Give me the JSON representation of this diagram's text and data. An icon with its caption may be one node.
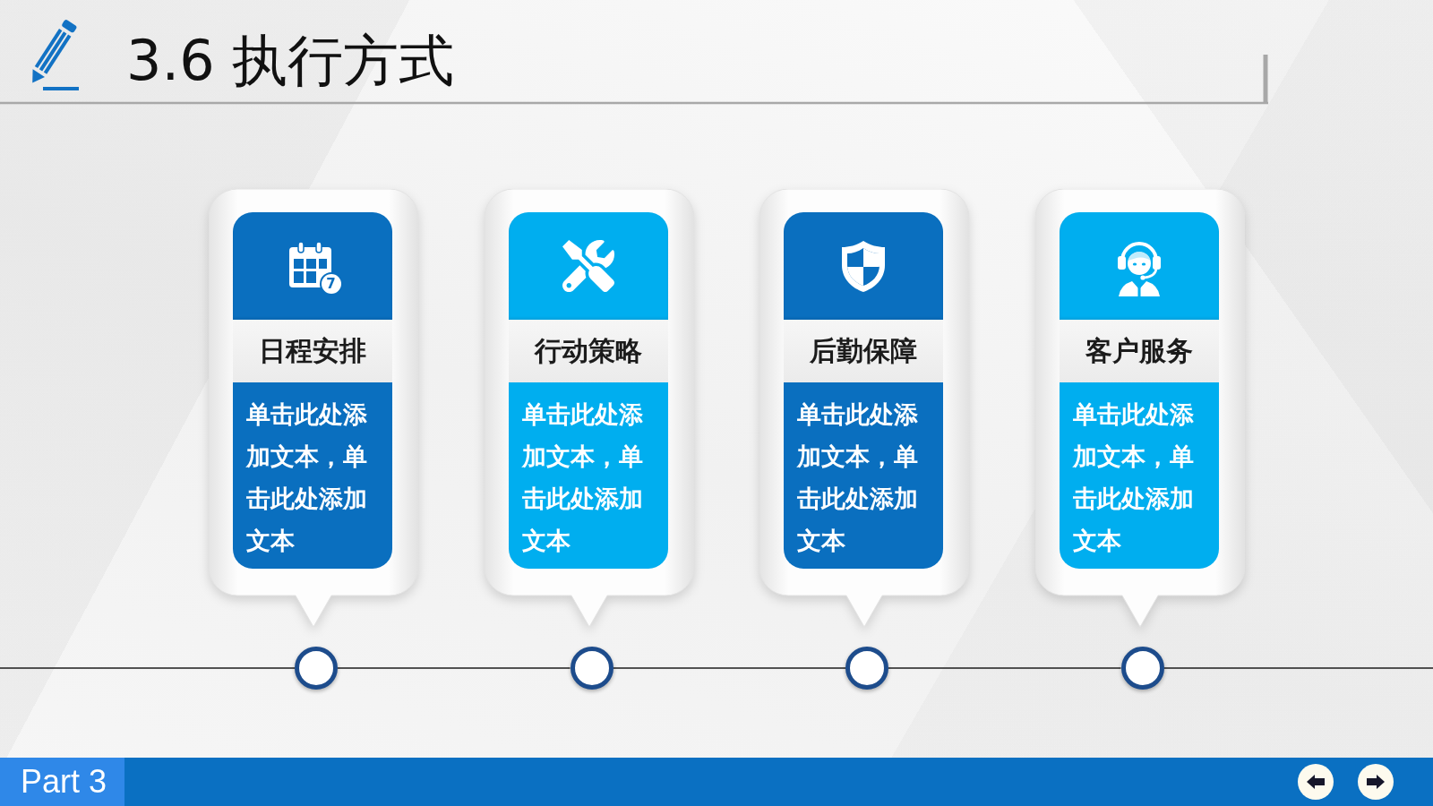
{
  "diagram": {
    "title": "3.6 执行方式",
    "nodes": [
      {
        "text": [
          "日程安排",
          "单击此处添加文本，单击此处添加文本"
        ]
      },
      {
        "text": [
          "行动策略",
          "单击此处添加文本，单击此处添加文本"
        ]
      },
      {
        "text": [
          "后勤保障",
          "单击此处添加文本，单击此处添加文本"
        ]
      },
      {
        "text": [
          "客户服务",
          "单击此处添加文本，单击此处添加文本"
        ]
      },
      {
        "text": [],
        "shape": "circle"
      },
      {
        "text": [],
        "shape": "circle"
      },
      {
        "text": [],
        "shape": "circle"
      },
      {
        "text": [],
        "shape": "circle"
      }
    ],
    "edges": [
      {
        "from": null,
        "to": 4,
        "arrow": "none"
      },
      {
        "from": 4,
        "to": 5,
        "arrow": "none"
      },
      {
        "from": 5,
        "to": 6,
        "arrow": "none"
      },
      {
        "from": 6,
        "to": 7,
        "arrow": "none"
      },
      {
        "from": 7,
        "to": null,
        "arrow": "none"
      }
    ],
    "labels": [
      "7",
      "Part 3"
    ]
  }
}
